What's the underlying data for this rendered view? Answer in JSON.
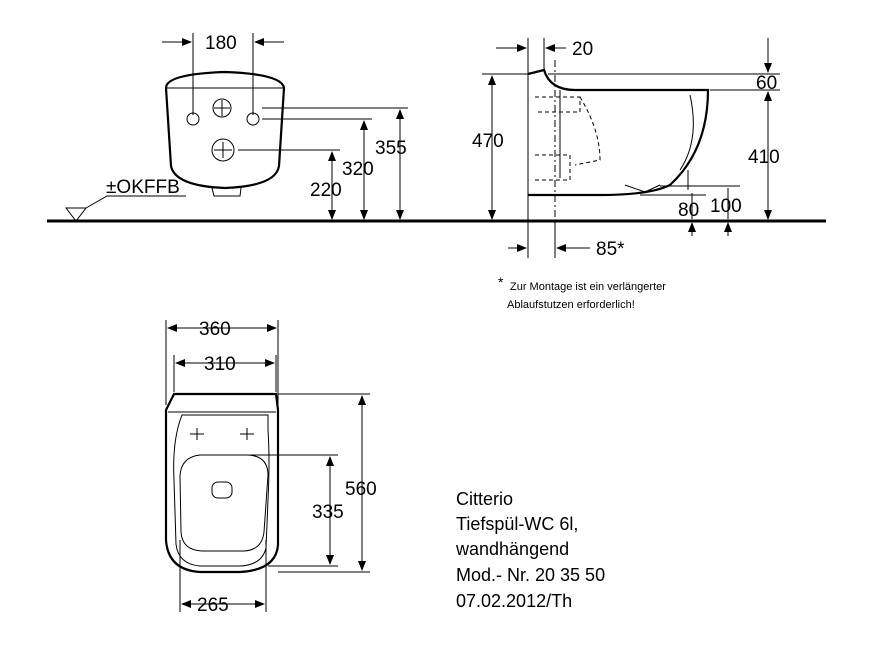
{
  "front_view": {
    "dim_width_180": "180",
    "dim_height_355": "355",
    "dim_height_320": "320",
    "dim_height_220": "220",
    "floor_label": "±OKFFB"
  },
  "side_view": {
    "dim_offset_20": "20",
    "dim_height_470": "470",
    "dim_drop_60": "60",
    "dim_height_410": "410",
    "dim_80": "80",
    "dim_100": "100",
    "dim_85": "85*"
  },
  "footnote": {
    "star": "*",
    "line1": "Zur Montage ist ein verlängerter",
    "line2": "Ablaufstutzen erforderlich!"
  },
  "top_view": {
    "dim_width_360": "360",
    "dim_width_310": "310",
    "dim_length_560": "560",
    "dim_length_335": "335",
    "dim_width_265": "265"
  },
  "product_info": {
    "brand": "Citterio",
    "type": "Tiefspül-WC 6l,",
    "mounting": "wandhängend",
    "model": "Mod.- Nr. 20 35 50",
    "date": "07.02.2012/Th"
  }
}
